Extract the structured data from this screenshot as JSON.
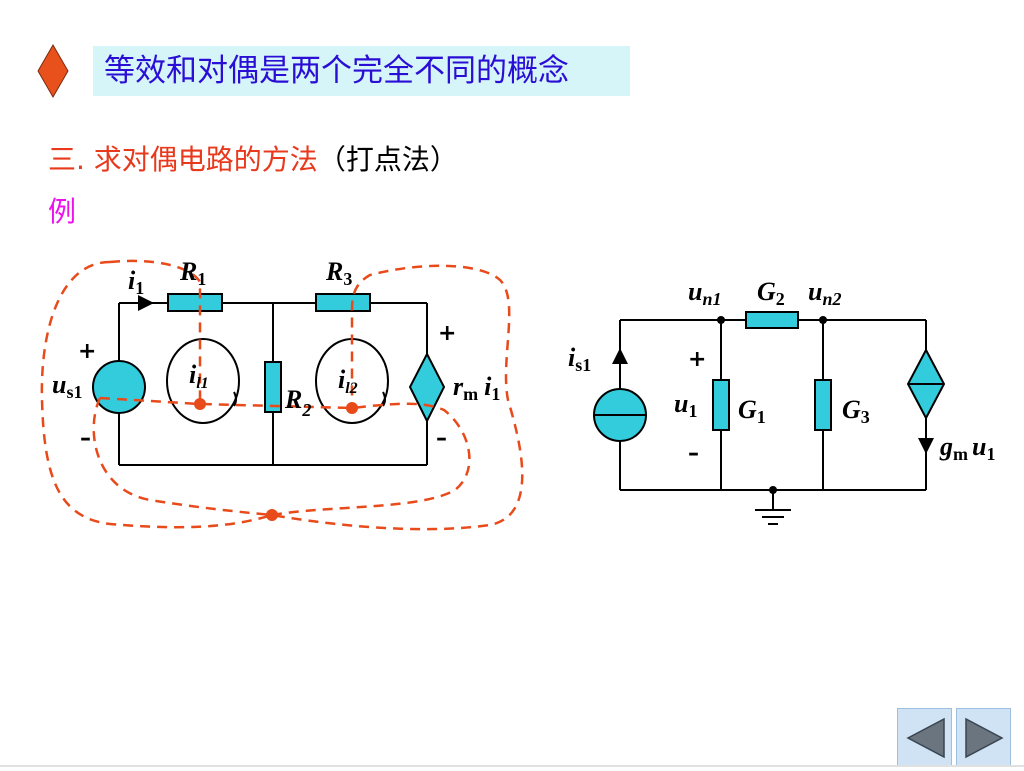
{
  "title": "等效和对偶是两个完全不同的概念",
  "subtitle": {
    "part1": "三. 求对偶电路的方法",
    "part2": "（打点法）"
  },
  "example_label": "例",
  "left_circuit": {
    "R1": "R",
    "R1_sub": "1",
    "R3": "R",
    "R3_sub": "3",
    "R2": "R",
    "R2_sub": "2",
    "i1": "i",
    "i1_sub": "1",
    "il1": "i",
    "il1_sub": "l1",
    "il2": "i",
    "il2_sub": "l2",
    "us1": "u",
    "us1_sub": "s1",
    "rm": "r",
    "rm_sub": "m",
    "rm_i": "i",
    "rm_i_sub": "1",
    "plus": "+",
    "minus": "–"
  },
  "right_circuit": {
    "un1": "u",
    "un1_sub": "n1",
    "un2": "u",
    "un2_sub": "n2",
    "G2": "G",
    "G2_sub": "2",
    "G1": "G",
    "G1_sub": "1",
    "G3": "G",
    "G3_sub": "3",
    "is1": "i",
    "is1_sub": "s1",
    "u1": "u",
    "u1_sub": "1",
    "gm": "g",
    "gm_sub": "m",
    "gm_u": "u",
    "gm_u_sub": "1",
    "plus": "+",
    "minus": "–"
  },
  "colors": {
    "element_fill": "#33ccdd",
    "dashed": "#e84a1a",
    "title_text": "#2b0ed6",
    "subtitle_red": "#e8391c",
    "example": "#ee11ee",
    "diamond": "#e8501c"
  },
  "nav": {
    "prev": "previous-arrow",
    "next": "next-arrow"
  }
}
